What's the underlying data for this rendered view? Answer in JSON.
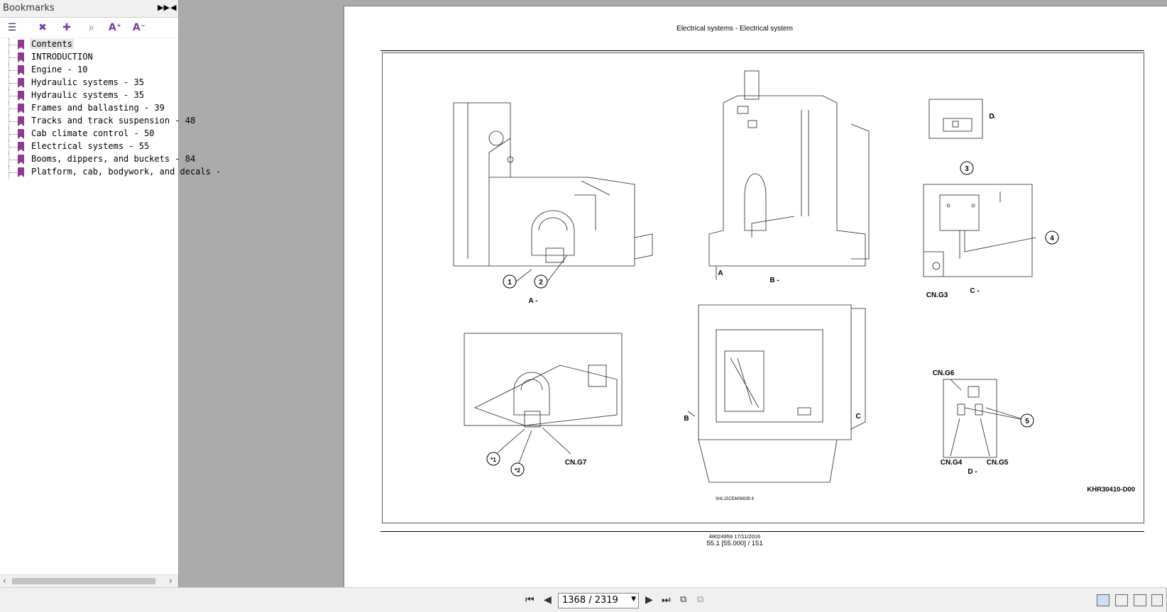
{
  "sidebar": {
    "title": "Bookmarks",
    "items": [
      {
        "label": "Contents"
      },
      {
        "label": "INTRODUCTION"
      },
      {
        "label": "Engine - 10"
      },
      {
        "label": "Hydraulic systems - 35"
      },
      {
        "label": "Hydraulic systems - 35"
      },
      {
        "label": "Frames and ballasting - 39"
      },
      {
        "label": "Tracks and track suspension - 48"
      },
      {
        "label": "Cab climate control - 50"
      },
      {
        "label": "Electrical systems - 55"
      },
      {
        "label": "Booms, dippers, and buckets - 84"
      },
      {
        "label": "Platform, cab, bodywork, and decals -"
      }
    ]
  },
  "page": {
    "header": "Electrical systems - Electrical system",
    "drawing_code": "KHR30410-D00",
    "footer_code": "SHL15CEM0882B  8",
    "footer_ref": "48024959 17/11/2016",
    "footer_page": "55.1 [55.000] / 151",
    "views": {
      "a": "A -",
      "b": "B -",
      "c": "C -",
      "d": "D -"
    },
    "markers": {
      "a": "A",
      "b": "B",
      "c": "C",
      "d": "D"
    },
    "callouts": {
      "c1": "1",
      "c2": "2",
      "c3": "3",
      "c4": "4",
      "c5": "5",
      "s1": "*1",
      "s2": "*2"
    },
    "connectors": {
      "g3": "CN.G3",
      "g4": "CN.G4",
      "g5": "CN.G5",
      "g6": "CN.G6",
      "g7": "CN.G7"
    }
  },
  "toolbar": {
    "page_value": "1368 / 2319"
  }
}
